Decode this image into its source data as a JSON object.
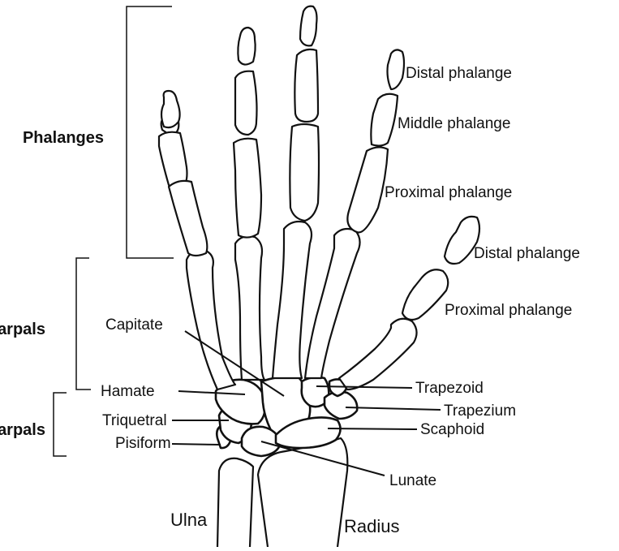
{
  "groups": {
    "phalanges": "Phalanges",
    "metacarpals": "arpals",
    "carpals": "arpals"
  },
  "labels": {
    "distal_phalange_finger": "Distal phalange",
    "middle_phalange": "Middle phalange",
    "proximal_phalange_finger": "Proximal phalange",
    "distal_phalange_thumb": "Distal phalange",
    "proximal_phalange_thumb": "Proximal phalange",
    "capitate": "Capitate",
    "hamate": "Hamate",
    "triquetral": "Triquetral",
    "pisiform": "Pisiform",
    "trapezoid": "Trapezoid",
    "trapezium": "Trapezium",
    "scaphoid": "Scaphoid",
    "lunate": "Lunate",
    "ulna": "Ulna",
    "radius": "Radius"
  }
}
